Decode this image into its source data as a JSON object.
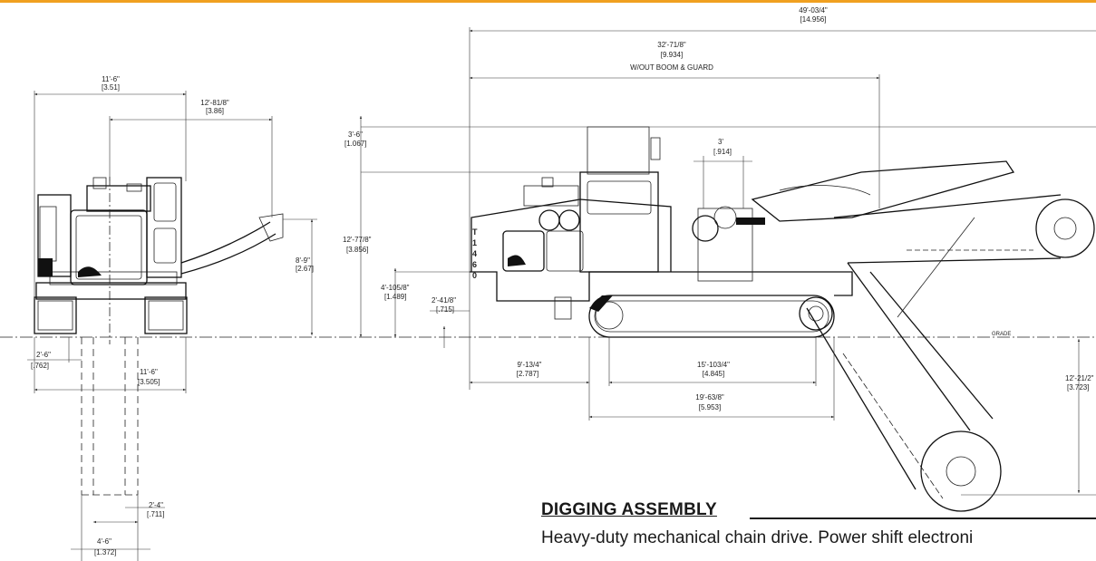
{
  "accent_color": "#f0a020",
  "front_view": {
    "dims": {
      "overall_width": "11'-6\"",
      "overall_width_m": "[3.51]",
      "boom_reach": "12'-81/8\"",
      "boom_reach_m": "[3.86]",
      "boom_height": "8'-9\"",
      "boom_height_m": "[2.67]",
      "track_offset": "2'-6\"",
      "track_offset_m": "[.762]",
      "track_gauge": "11'-6\"",
      "track_gauge_m": "[3.505]",
      "trench_width": "2'-4\"",
      "trench_width_m": "[.711]",
      "trench_outer": "4'-6\"",
      "trench_outer_m": "[1.372]"
    }
  },
  "side_view": {
    "model_letters": [
      "T",
      "1",
      "4",
      "6",
      "0"
    ],
    "grade_label": "GRADE",
    "dims": {
      "overall_length": "49'-03/4\"",
      "overall_length_m": "[14.956]",
      "length_no_boom": "32'-71/8\"",
      "length_no_boom_m": "[9.934]",
      "length_no_boom_note": "W/OUT BOOM & GUARD",
      "cab_top": "3'-6\"",
      "cab_top_m": "[1.067]",
      "height": "12'-77/8\"",
      "height_m": "[3.856]",
      "deck_height": "4'-105/8\"",
      "deck_height_m": "[1.489]",
      "clearance": "2'-41/8\"",
      "clearance_m": "[.715]",
      "boom_gap": "3'",
      "boom_gap_m": "[.914]",
      "rear_overhang": "9'-13/4\"",
      "rear_overhang_m": "[2.787]",
      "track_center": "15'-103/4\"",
      "track_center_m": "[4.845]",
      "track_length": "19'-63/8\"",
      "track_length_m": "[5.953]",
      "dig_depth": "12'-21/2\"",
      "dig_depth_m": "[3.723]"
    }
  },
  "section": {
    "title": "DIGGING ASSEMBLY",
    "body": "Heavy-duty mechanical chain drive.  Power shift electroni"
  }
}
